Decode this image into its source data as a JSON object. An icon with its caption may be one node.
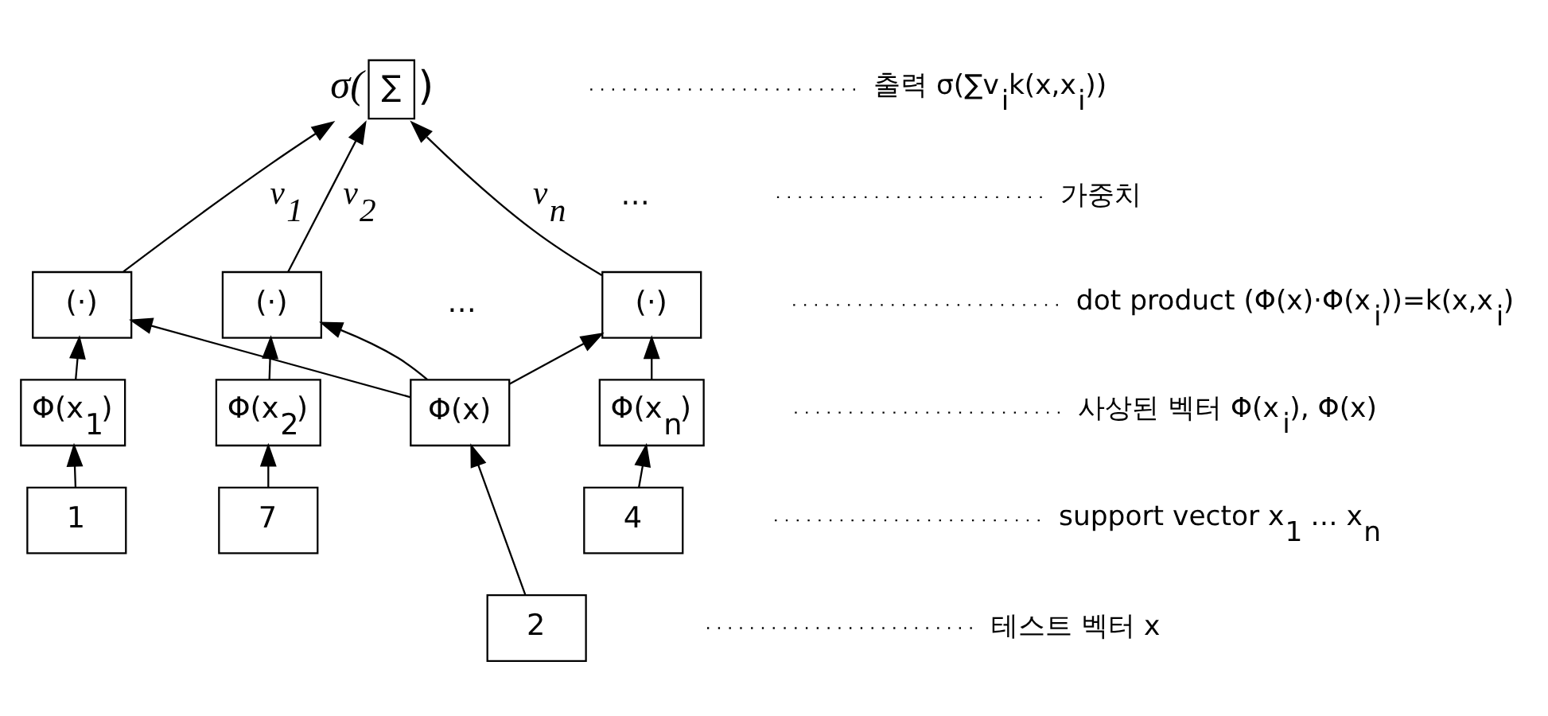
{
  "diagram": {
    "nodes": [
      {
        "text": [
          "∑"
        ],
        "beside": [
          "σ(",
          ")"
        ]
      },
      {
        "text": [
          "(·)"
        ]
      },
      {
        "text": [
          "(·)"
        ]
      },
      {
        "text": [
          "(·)"
        ]
      },
      {
        "text": [
          "Φ(x$_{1}$)"
        ]
      },
      {
        "text": [
          "Φ(x$_{2}$)"
        ]
      },
      {
        "text": [
          "Φ(x)"
        ]
      },
      {
        "text": [
          "Φ(x$_{n}$)"
        ]
      },
      {
        "text": [
          "1"
        ]
      },
      {
        "text": [
          "7"
        ]
      },
      {
        "text": [
          "4"
        ]
      },
      {
        "text": [
          "2"
        ]
      },
      {
        "text": [
          "출력 σ(∑v$_{i}$k(x,x$_{i}$))"
        ]
      },
      {
        "text": [
          "가중치"
        ]
      },
      {
        "text": [
          "dot product (Φ(x)·Φ(x$_{i}$))=k(x,x$_{i}$)"
        ]
      },
      {
        "text": [
          "사상된 벡터 Φ(x$_{i}$), Φ(x)"
        ]
      },
      {
        "text": [
          "support vector x$_{1}$ … x$_{n}$"
        ]
      },
      {
        "text": [
          "테스트 벡터 x"
        ]
      }
    ],
    "edges": [
      {
        "from": 1,
        "to": 0,
        "arrow": "to",
        "label": "v$_{1}$"
      },
      {
        "from": 2,
        "to": 0,
        "arrow": "to",
        "label": "v$_{2}$"
      },
      {
        "from": 3,
        "to": 0,
        "arrow": "to",
        "label": "v$_{n}$"
      },
      {
        "from": 4,
        "to": 1,
        "arrow": "to"
      },
      {
        "from": 6,
        "to": 1,
        "arrow": "to"
      },
      {
        "from": 5,
        "to": 2,
        "arrow": "to"
      },
      {
        "from": 6,
        "to": 2,
        "arrow": "to"
      },
      {
        "from": 6,
        "to": 3,
        "arrow": "to"
      },
      {
        "from": 7,
        "to": 3,
        "arrow": "to"
      },
      {
        "from": 8,
        "to": 4,
        "arrow": "to"
      },
      {
        "from": 9,
        "to": 5,
        "arrow": "to"
      },
      {
        "from": 10,
        "to": 7,
        "arrow": "to"
      },
      {
        "from": 11,
        "to": 6,
        "arrow": "to"
      },
      {
        "from": 12,
        "to": null,
        "arrow": "none",
        "style": "dashed"
      },
      {
        "from": 13,
        "to": null,
        "arrow": "none",
        "style": "dashed"
      },
      {
        "from": 14,
        "to": null,
        "arrow": "none",
        "style": "dashed"
      },
      {
        "from": 15,
        "to": null,
        "arrow": "none",
        "style": "dashed"
      },
      {
        "from": 16,
        "to": null,
        "arrow": "none",
        "style": "dashed"
      },
      {
        "from": 17,
        "to": null,
        "arrow": "none",
        "style": "dashed"
      }
    ],
    "labels": [
      "…",
      "…"
    ]
  }
}
